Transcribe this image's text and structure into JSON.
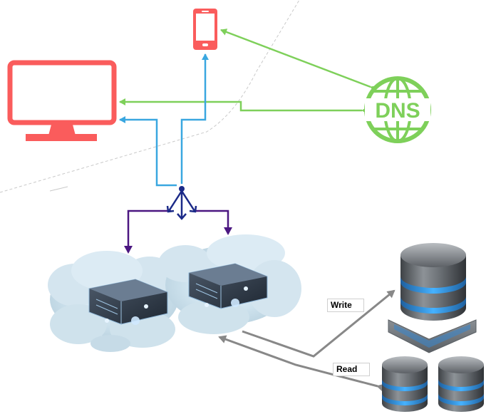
{
  "nodes": {
    "dns": {
      "label": "DNS"
    }
  },
  "edges": {
    "write": {
      "label": "Write"
    },
    "read": {
      "label": "Read"
    }
  },
  "colors": {
    "device_red": "#fa5c5c",
    "dns_green": "#7ed05a",
    "link_blue": "#3aa7e0",
    "balancer_navy": "#1b2a88",
    "route_purple": "#4b1781",
    "db_link_gray": "#888888",
    "db_band_blue": "#2f8fd8",
    "db_body_gray": "#6e7378"
  }
}
